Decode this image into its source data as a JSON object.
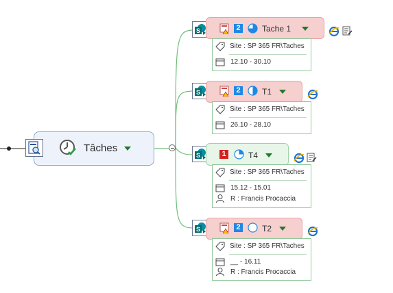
{
  "central": {
    "label": "Tâches"
  },
  "tasks": [
    {
      "label": "Tache 1",
      "priority": "2",
      "site": "Site : SP 365 FR\\Taches",
      "dates": "12.10 - 30.10",
      "resource": ""
    },
    {
      "label": "T1",
      "priority": "2",
      "site": "Site : SP 365 FR\\Taches",
      "dates": "26.10 - 28.10",
      "resource": ""
    },
    {
      "label": "T4",
      "priority": "1",
      "site": "Site : SP 365 FR\\Taches",
      "dates": "15.12 - 15.01",
      "resource": "R : Francis Procaccia"
    },
    {
      "label": "T2",
      "priority": "2",
      "site": "Site : SP 365 FR\\Taches",
      "dates": "__ - 16.11",
      "resource": "R : Francis Procaccia"
    }
  ],
  "colors": {
    "connector": "#6fbf7a",
    "task_red_fill": "#f6cfcf",
    "task_green_fill": "#e7f6e9",
    "central_fill": "#eef3fb"
  },
  "icons": {
    "central": "search-doc-icon",
    "clock": "clock-check-icon",
    "sharepoint": "sharepoint-icon",
    "calendar": "calendar-icon",
    "tag": "tag-icon",
    "person": "person-icon",
    "browser": "ie-icon",
    "note": "note-icon"
  }
}
